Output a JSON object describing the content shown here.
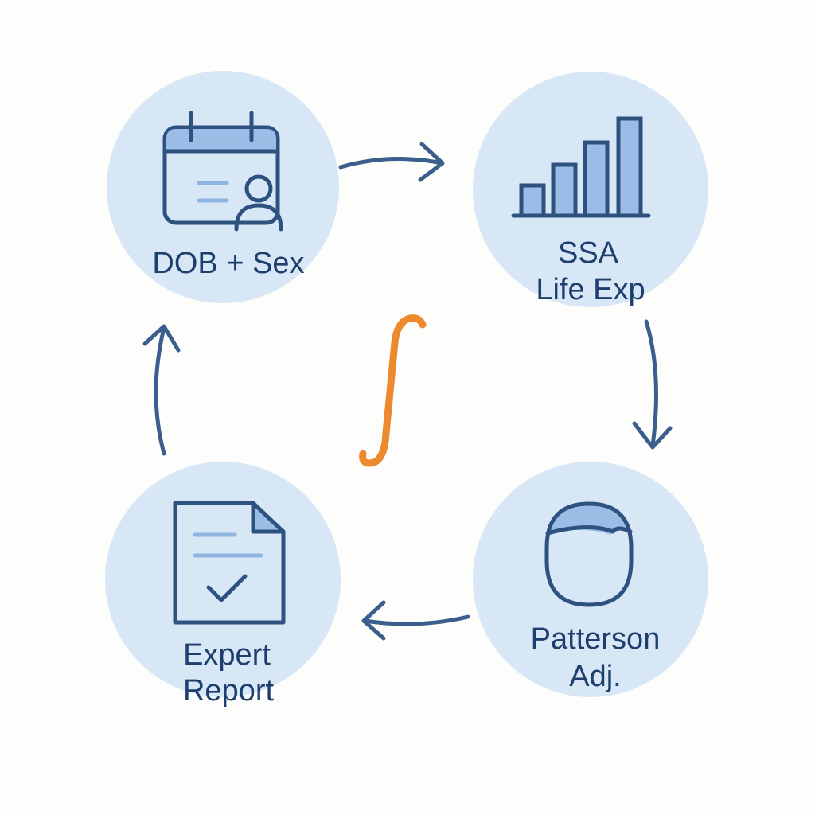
{
  "nodes": {
    "dob": {
      "label_lines": [
        "DOB + Sex"
      ],
      "icon": "calendar-person-icon"
    },
    "ssa": {
      "label_lines": [
        "SSA",
        "Life Exp"
      ],
      "icon": "bar-chart-icon"
    },
    "patterson": {
      "label_lines": [
        "Patterson",
        "Adj."
      ],
      "icon": "head-icon"
    },
    "report": {
      "label_lines": [
        "Expert",
        "Report"
      ],
      "icon": "document-check-icon"
    }
  },
  "center_symbol": {
    "icon": "integral-icon"
  },
  "flow": [
    "dob",
    "ssa",
    "patterson",
    "report",
    "dob"
  ],
  "colors": {
    "circle_fill": "#d8e7f6",
    "icon_stroke": "#2e527f",
    "icon_fill": "#9bbde5",
    "label_text": "#1e3f6e",
    "arrow": "#3a5f8c",
    "integral": "#ee8a2e",
    "background": "#fdfdfc"
  }
}
